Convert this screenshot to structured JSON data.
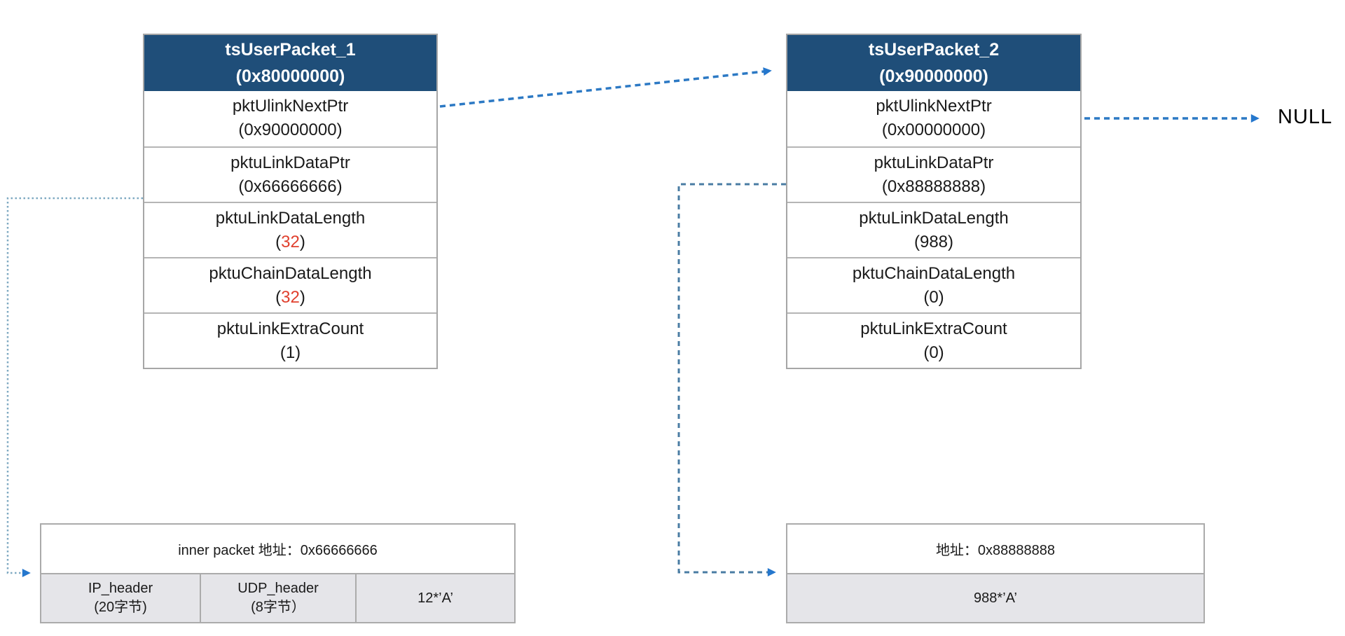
{
  "null_label": "NULL",
  "colors": {
    "header_bg": "#1f4e79",
    "header_text": "#ffffff",
    "highlight_red": "#e0402e",
    "arrowhead_blue": "#2577cd",
    "dashed_arrow_blue": "#2c79c4",
    "dashed_path_steel": "#4a7ca3",
    "dotted_path_light": "#7fa9c2",
    "buffer_row_gray": "#e5e5e9",
    "border_gray": "#ababab"
  },
  "packets": [
    {
      "title": "tsUserPacket_1",
      "address": "(0x80000000)",
      "rows": [
        {
          "name": "pktUlinkNextPtr",
          "open": "(",
          "value": "0x90000000",
          "close": ")"
        },
        {
          "name": "pktuLinkDataPtr",
          "open": "(",
          "value": "0x66666666",
          "close": ")"
        },
        {
          "name": "pktuLinkDataLength",
          "open": "(",
          "value": "32",
          "close": ")",
          "value_color": "#e0402e"
        },
        {
          "name": "pktuChainDataLength",
          "open": "(",
          "value": "32",
          "close": ")",
          "value_color": "#e0402e"
        },
        {
          "name": "pktuLinkExtraCount",
          "open": "(",
          "value": "1",
          "close": ")"
        }
      ]
    },
    {
      "title": "tsUserPacket_2",
      "address": "(0x90000000)",
      "rows": [
        {
          "name": "pktUlinkNextPtr",
          "open": "(",
          "value": "0x00000000",
          "close": ")"
        },
        {
          "name": "pktuLinkDataPtr",
          "open": "(",
          "value": "0x88888888",
          "close": ")"
        },
        {
          "name": "pktuLinkDataLength",
          "open": "(",
          "value": "988",
          "close": ")"
        },
        {
          "name": "pktuChainDataLength",
          "open": "(",
          "value": "0",
          "close": ")"
        },
        {
          "name": "pktuLinkExtraCount",
          "open": "(",
          "value": "0",
          "close": ")"
        }
      ]
    }
  ],
  "buffers": {
    "inner_packet": {
      "title": "inner packet 地址：0x66666666",
      "cells": [
        {
          "label": "IP_header",
          "sub": "(20字节)"
        },
        {
          "label": "UDP_header",
          "sub": "(8字节）"
        },
        {
          "label": "12*’A’"
        }
      ]
    },
    "data_buffer": {
      "title": "地址：0x88888888",
      "cells": [
        {
          "label": "988*’A’"
        }
      ]
    }
  }
}
